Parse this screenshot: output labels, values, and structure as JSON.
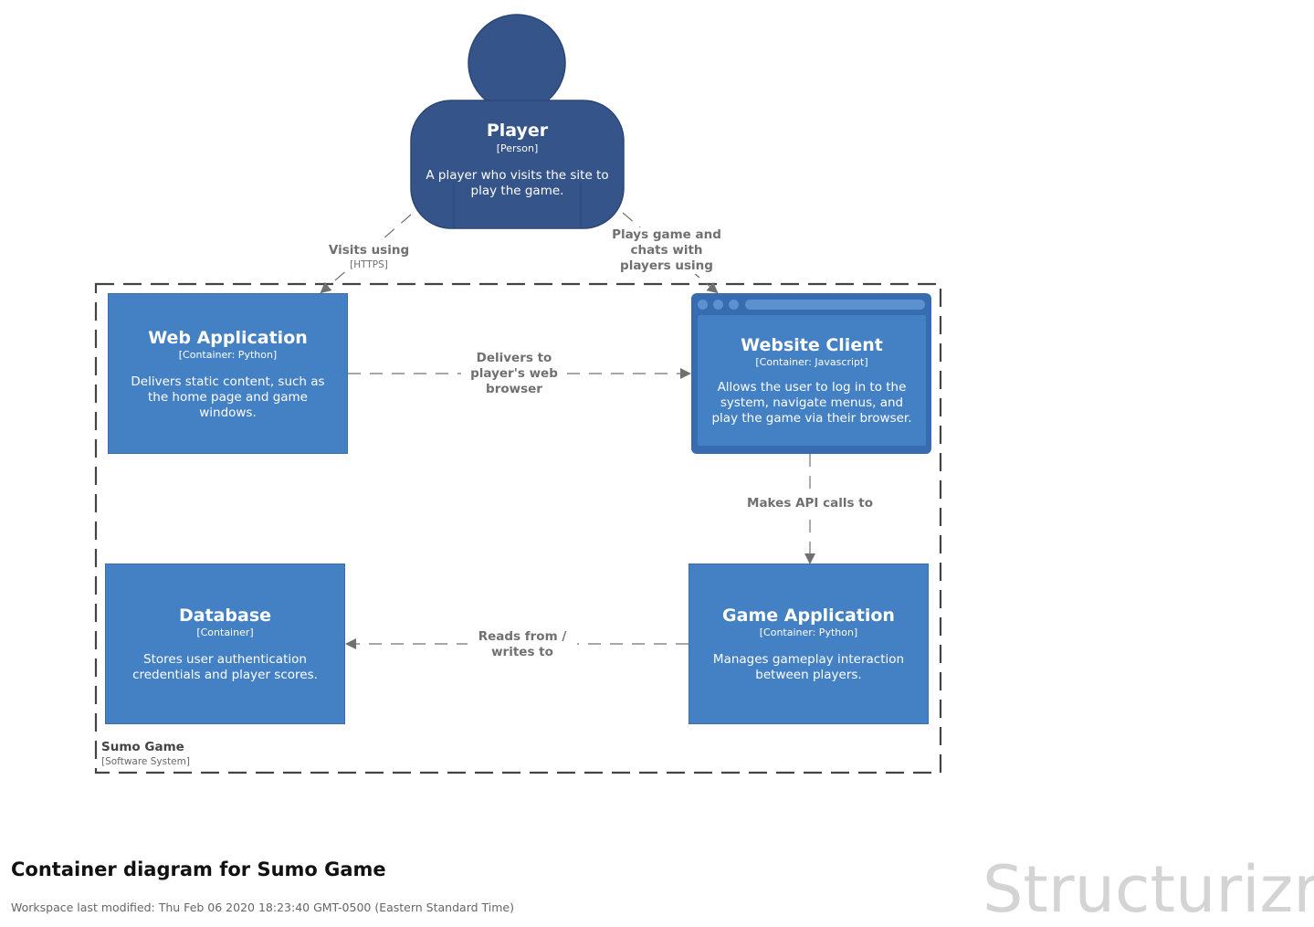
{
  "player": {
    "name": "Player",
    "kind": "[Person]",
    "description": "A player who visits the site to play the game."
  },
  "containers": {
    "web_app": {
      "name": "Web Application",
      "kind": "[Container: Python]",
      "description": "Delivers static content, such as the home page and game windows."
    },
    "website_client": {
      "name": "Website Client",
      "kind": "[Container: Javascript]",
      "description": "Allows the user to log in to the system, navigate menus, and play the game via their browser."
    },
    "database": {
      "name": "Database",
      "kind": "[Container]",
      "description": "Stores user authentication credentials and player scores."
    },
    "game_app": {
      "name": "Game Application",
      "kind": "[Container: Python]",
      "description": "Manages gameplay interaction between players."
    }
  },
  "relationships": {
    "visits": {
      "label": "Visits  using",
      "technology": "[HTTPS]"
    },
    "plays": {
      "label": "Plays game and chats with players using"
    },
    "delivers": {
      "label": "Delivers to player's web browser"
    },
    "api": {
      "label": "Makes API calls to"
    },
    "reads": {
      "label": "Reads from / writes to"
    }
  },
  "boundary": {
    "name": "Sumo Game",
    "kind": "[Software System]"
  },
  "footer": {
    "title": "Container diagram for Sumo Game",
    "modified": "Workspace last modified: Thu Feb 06 2020 18:23:40 GMT-0500 (Eastern Standard Time)",
    "brand": "Structurizr"
  },
  "colors": {
    "person": "#34548a",
    "container": "#4480c4",
    "browser_frame": "#386cb0",
    "edge": "#707070",
    "boundary": "#444444"
  }
}
